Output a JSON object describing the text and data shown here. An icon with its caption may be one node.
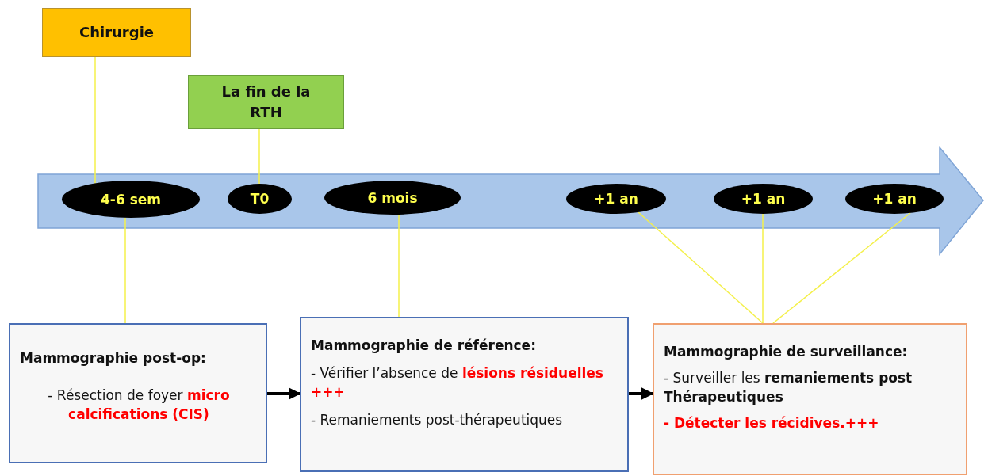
{
  "diagram": {
    "nodes": [
      {
        "text": [
          "Chirurgie"
        ]
      },
      {
        "text": [
          "La fin de la RTH"
        ]
      },
      {
        "text": [
          "4-6 sem"
        ]
      },
      {
        "text": [
          "T0"
        ]
      },
      {
        "text": [
          "6 mois"
        ]
      },
      {
        "text": [
          "+1 an"
        ]
      },
      {
        "text": [
          "+1 an"
        ]
      },
      {
        "text": [
          "+1 an"
        ]
      },
      {
        "text": [
          "Mammographie post-op:",
          "- Résection de foyer **micro calcifications (CIS)**"
        ]
      },
      {
        "text": [
          "Mammographie de référence:",
          "- Vérifier l’absence de **lésions résiduelles +++**",
          "- Remaniements post-thérapeutiques"
        ]
      },
      {
        "text": [
          "Mammographie de surveillance:",
          "- Surveiller les **remaniements post Thérapeutiques**",
          "- Détecter les récidives.+++"
        ]
      }
    ],
    "edges": [
      {
        "from": 0,
        "to": 2,
        "arrow": "none"
      },
      {
        "from": 1,
        "to": 3,
        "arrow": "none"
      },
      {
        "from": 2,
        "to": 8,
        "arrow": "none"
      },
      {
        "from": 4,
        "to": 9,
        "arrow": "none"
      },
      {
        "from": 5,
        "to": 10,
        "arrow": "none"
      },
      {
        "from": 6,
        "to": 10,
        "arrow": "none"
      },
      {
        "from": 7,
        "to": 10,
        "arrow": "none"
      },
      {
        "from": 8,
        "to": 9,
        "arrow": "to",
        "style": "thick",
        "color": "#000000"
      },
      {
        "from": 9,
        "to": 10,
        "arrow": "to",
        "style": "thick",
        "color": "#000000"
      }
    ]
  }
}
